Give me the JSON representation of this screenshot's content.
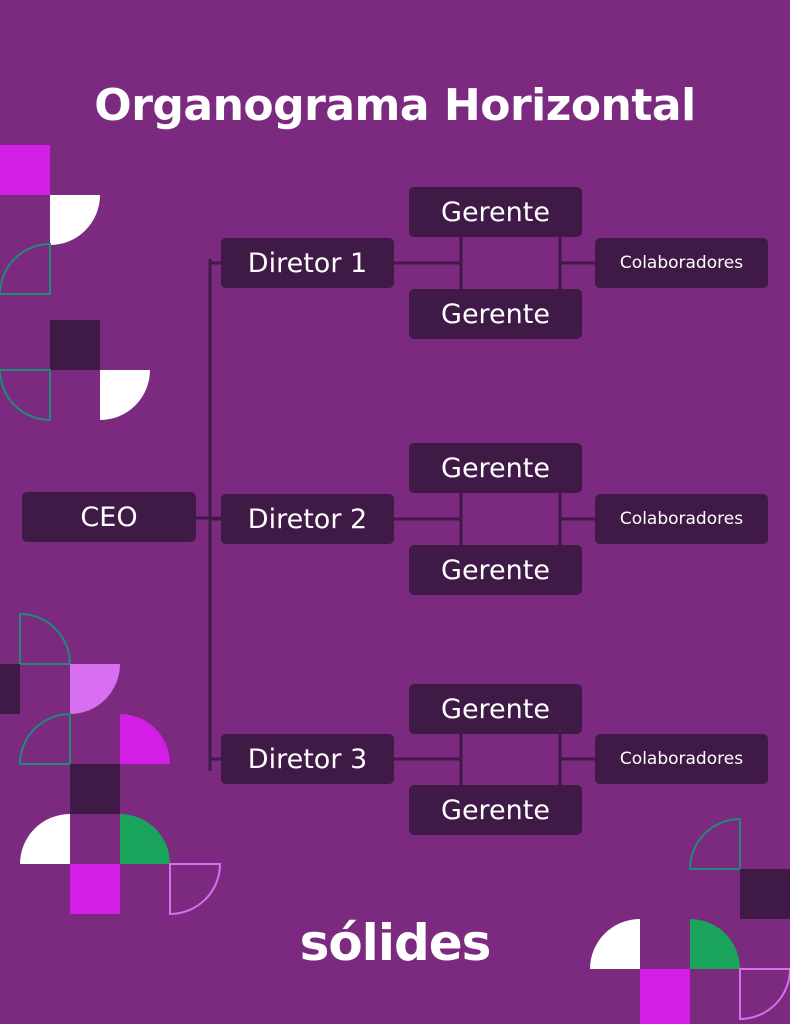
{
  "title": "Organograma Horizontal",
  "ceo": "CEO",
  "branches": [
    {
      "director": "Diretor 1",
      "managers": [
        "Gerente",
        "Gerente"
      ],
      "staff": "Colaboradores"
    },
    {
      "director": "Diretor 2",
      "managers": [
        "Gerente",
        "Gerente"
      ],
      "staff": "Colaboradores"
    },
    {
      "director": "Diretor 3",
      "managers": [
        "Gerente",
        "Gerente"
      ],
      "staff": "Colaboradores"
    }
  ],
  "logo": "sólides",
  "colors": {
    "background": "#7b2a80",
    "node": "#3f1a47",
    "connector": "#3f1a47",
    "accent_magenta": "#d21fe6",
    "accent_lilac": "#d86ef0",
    "accent_green": "#1aa35b",
    "accent_white": "#ffffff"
  }
}
